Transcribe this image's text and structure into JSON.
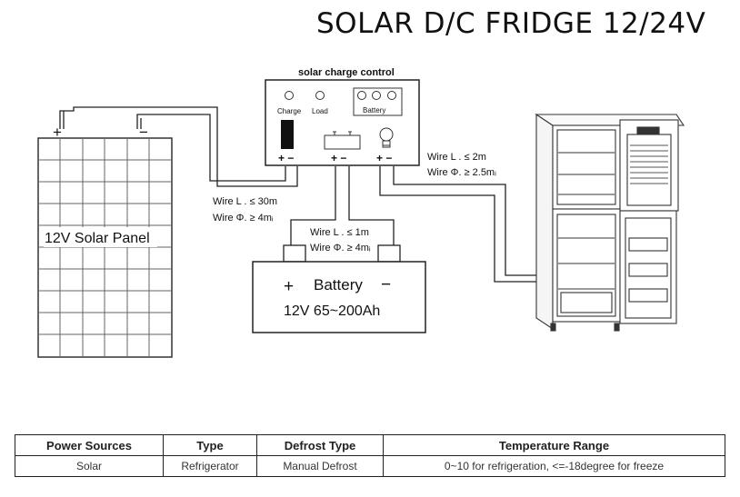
{
  "title": "SOLAR D/C FRIDGE 12/24V",
  "controller": {
    "title": "solar charge control",
    "charge_label": "Charge",
    "load_label": "Load",
    "battery_label": "Battery",
    "terminal_left": "+ −",
    "terminal_middle": "+ −",
    "terminal_right": "+ −"
  },
  "solar_panel": {
    "label": "12V Solar Panel",
    "plus_mark": "+",
    "minus_mark": "−"
  },
  "battery": {
    "plus_mark": "+",
    "label": "Battery",
    "minus_mark": "−",
    "spec": "12V 65~200Ah"
  },
  "wires": {
    "panel_length": "Wire L . ≤ 30m",
    "panel_diameter": "Wire Φ. ≥ 4mᵢ",
    "battery_length": "Wire L . ≤ 1m",
    "battery_diameter": "Wire Φ. ≥ 4mᵢ",
    "fridge_length": "Wire L . ≤ 2m",
    "fridge_diameter": "Wire Φ. ≥ 2.5mᵢ"
  },
  "table": {
    "headers": [
      "Power Sources",
      "Type",
      "Defrost Type",
      "Temperature Range"
    ],
    "rows": [
      [
        "Solar",
        "Refrigerator",
        "Manual Defrost",
        "0~10 for refrigeration, <=-18degree for freeze"
      ]
    ]
  }
}
